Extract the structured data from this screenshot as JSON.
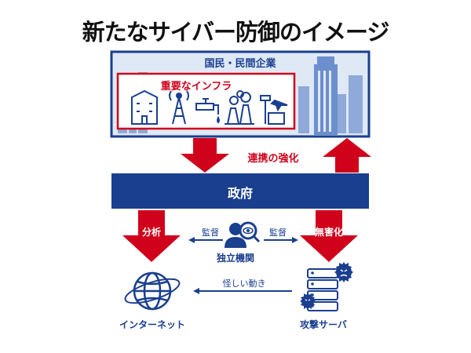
{
  "title": "新たなサイバー防御のイメージ",
  "citizens_label": "国民・民間企業",
  "infra_label": "重要なインフラ",
  "cooperation_label": "連携の強化",
  "government_label": "政府",
  "analysis_label": "分析",
  "neutralize_label": "無害化",
  "supervision_left": "監督",
  "supervision_right": "監督",
  "independent_body": "独立機関",
  "suspicious_activity": "怪しい動き",
  "internet_label": "インターネット",
  "attack_server_label": "攻撃サーバ",
  "colors": {
    "navy": "#1a3f8f",
    "red": "#d0021b",
    "sky": "#dfe9f6",
    "building": "#6b8fcf"
  }
}
